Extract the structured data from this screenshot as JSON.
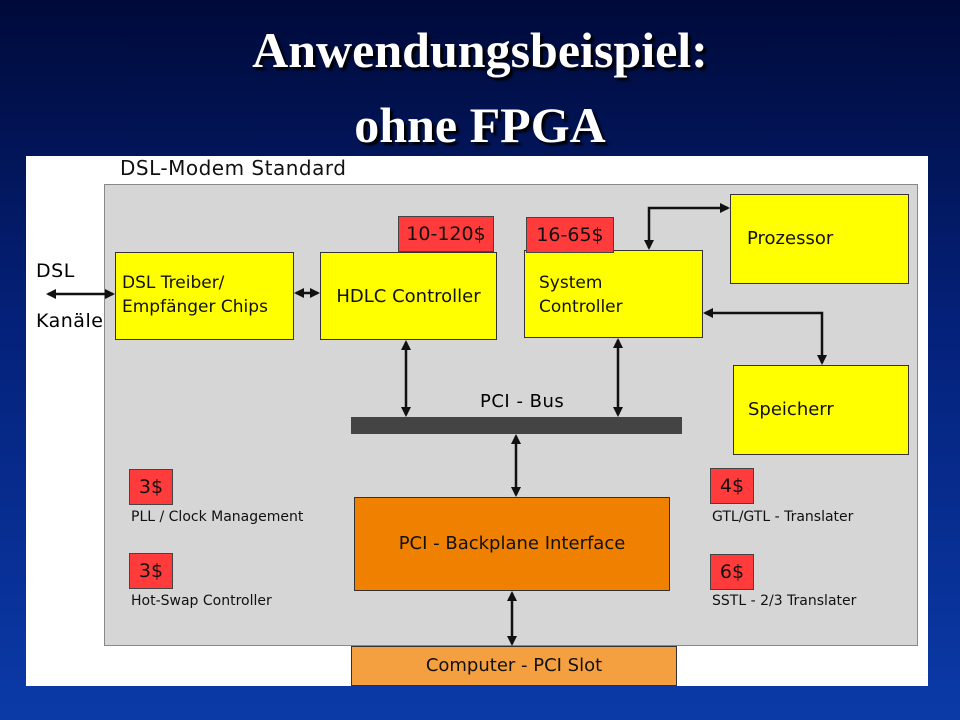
{
  "slide": {
    "title_line1": "Anwendungsbeispiel:",
    "title_line2": "ohne FPGA"
  },
  "diagram": {
    "frame_title": "DSL-Modem Standard",
    "dsl_label": "DSL",
    "kanaele_label": "Kanäle",
    "driver_chips": [
      "DSL Treiber/",
      "Empfänger Chips"
    ],
    "hdlc_controller": "HDLC Controller",
    "system_controller": [
      "System",
      "Controller"
    ],
    "processor": "Prozessor",
    "memory": "Speicherr",
    "pci_bus": "PCI - Bus",
    "backplane_interface": "PCI - Backplane Interface",
    "pci_slot": "Computer - PCI Slot",
    "prices": {
      "hdlc": "10-120$",
      "system_controller": "16-65$",
      "pll": "3$",
      "hotswap": "3$",
      "gtl": "4$",
      "sstl": "6$"
    },
    "notes": {
      "pll": "PLL / Clock Management",
      "hotswap": "Hot-Swap  Controller",
      "gtl": "GTL/GTL - Translater",
      "sstl": "SSTL - 2/3 Translater"
    }
  },
  "colors": {
    "yellow": "#ffff00",
    "orange": "#f08000",
    "light_orange": "#f5a040",
    "price_red": "#ff3b3b",
    "gray": "#d6d6d6",
    "bus": "#444444"
  }
}
